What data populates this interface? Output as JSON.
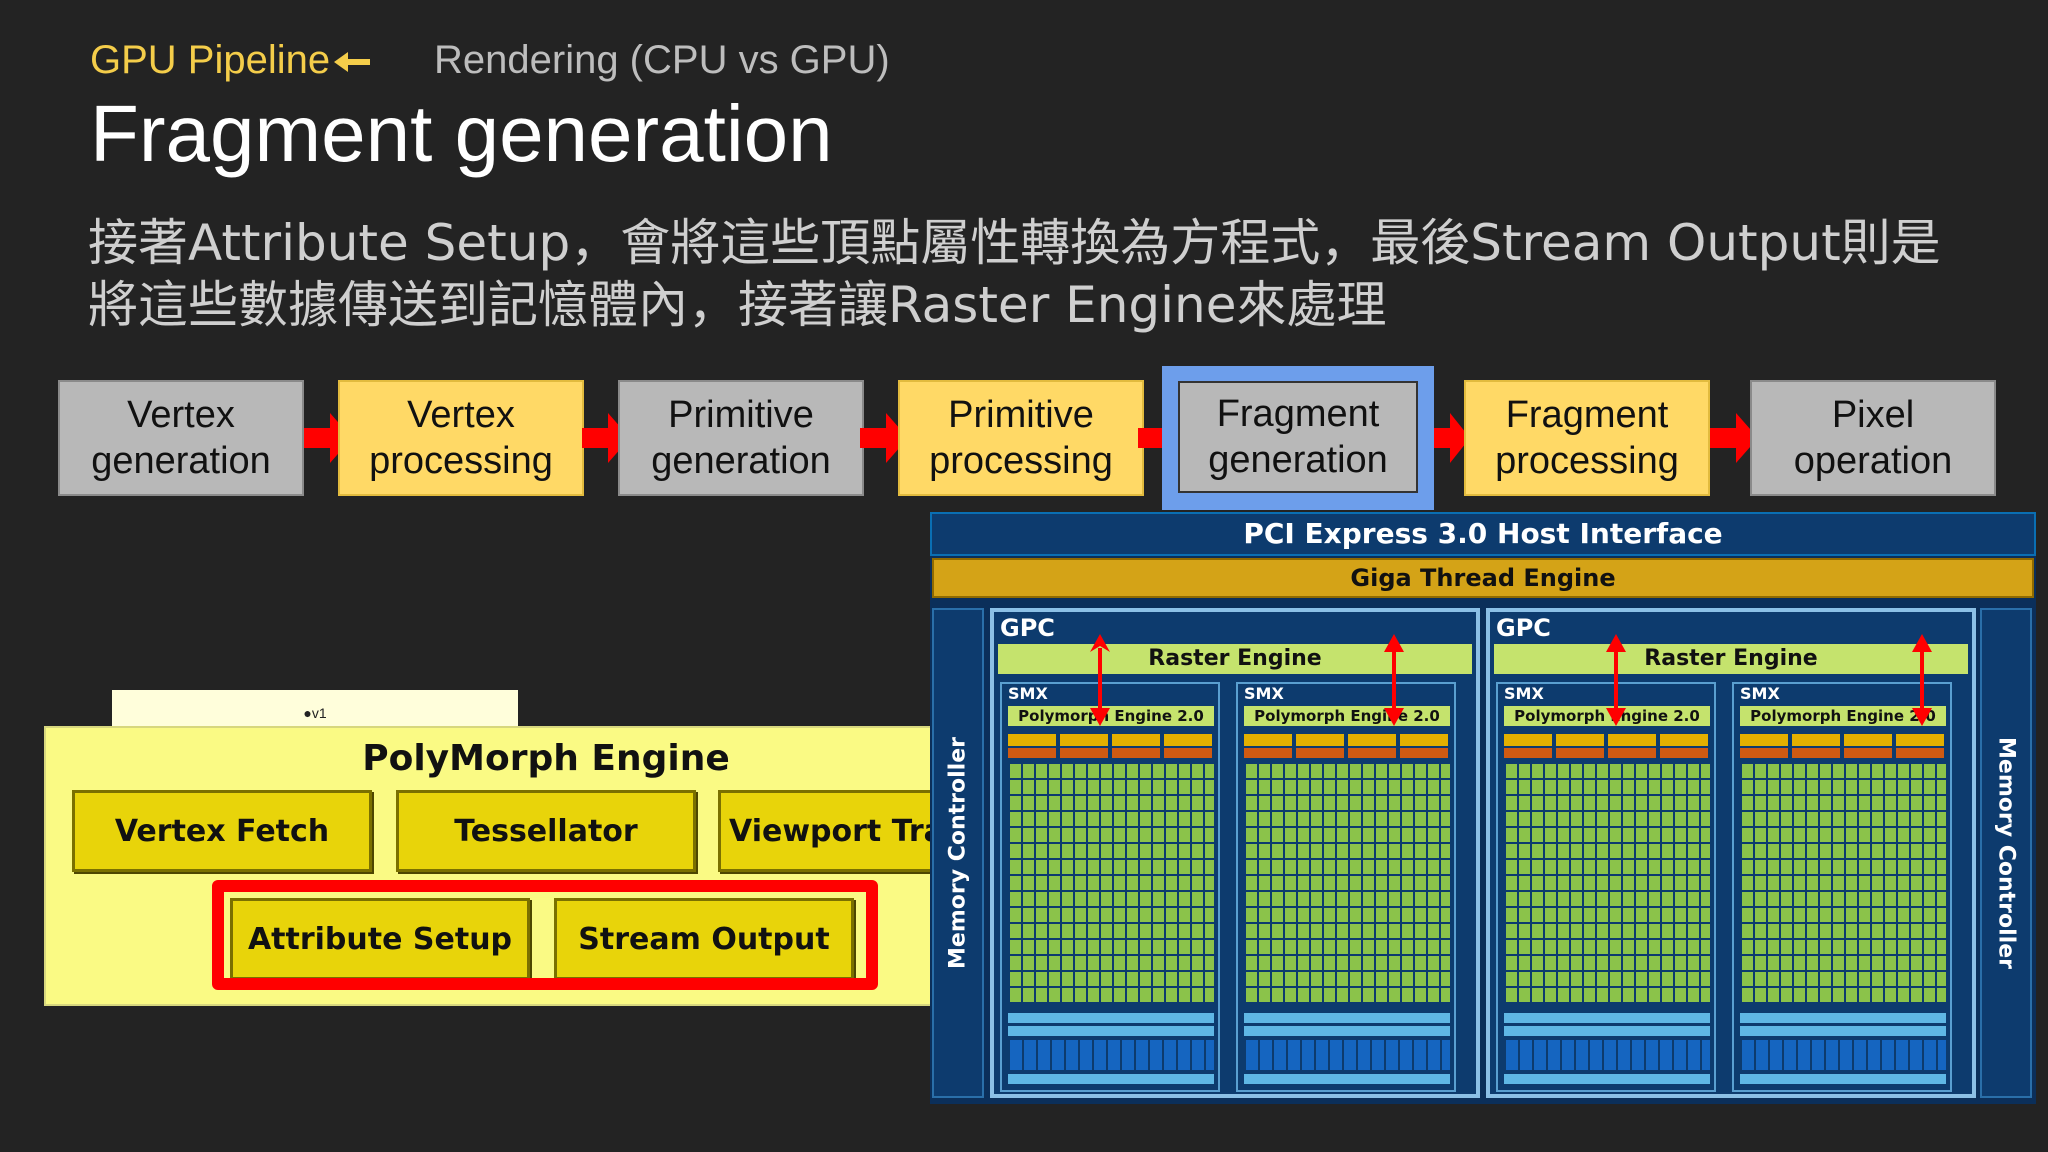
{
  "header": {
    "breadcrumb_active": "GPU Pipeline",
    "breadcrumb_other": "Rendering (CPU vs GPU)",
    "title": "Fragment generation",
    "description": "接著Attribute Setup，會將這些頂點屬性轉換為方程式，最後Stream Output則是將這些數據傳送到記憶體內，接著讓Raster Engine來處理"
  },
  "pipeline": {
    "stages": [
      {
        "label": "Vertex generation",
        "color": "#b8b8b8"
      },
      {
        "label": "Vertex processing",
        "color": "#ffd966"
      },
      {
        "label": "Primitive generation",
        "color": "#b8b8b8"
      },
      {
        "label": "Primitive processing",
        "color": "#ffd966"
      },
      {
        "label": "Fragment generation",
        "color": "#b8b8b8",
        "current": true
      },
      {
        "label": "Fragment processing",
        "color": "#ffd966"
      },
      {
        "label": "Pixel operation",
        "color": "#b8b8b8"
      }
    ],
    "arrow_color": "#ff0000",
    "highlight_color": "#6d9eeb"
  },
  "polymorph": {
    "tab_label": "●v1",
    "title": "PolyMorph Engine",
    "units": [
      "Vertex Fetch",
      "Tessellator",
      "Viewport Transform",
      "Attribute Setup",
      "Stream Output"
    ],
    "highlighted": [
      "Attribute Setup",
      "Stream Output"
    ]
  },
  "gpu": {
    "host_interface": "PCI Express 3.0 Host Interface",
    "thread_engine": "Giga Thread Engine",
    "memory_controller": "Memory Controller",
    "gpc_label": "GPC",
    "raster_engine": "Raster Engine",
    "smx_label": "SMX",
    "polymorph_engine": "Polymorph Engine 2.0"
  }
}
